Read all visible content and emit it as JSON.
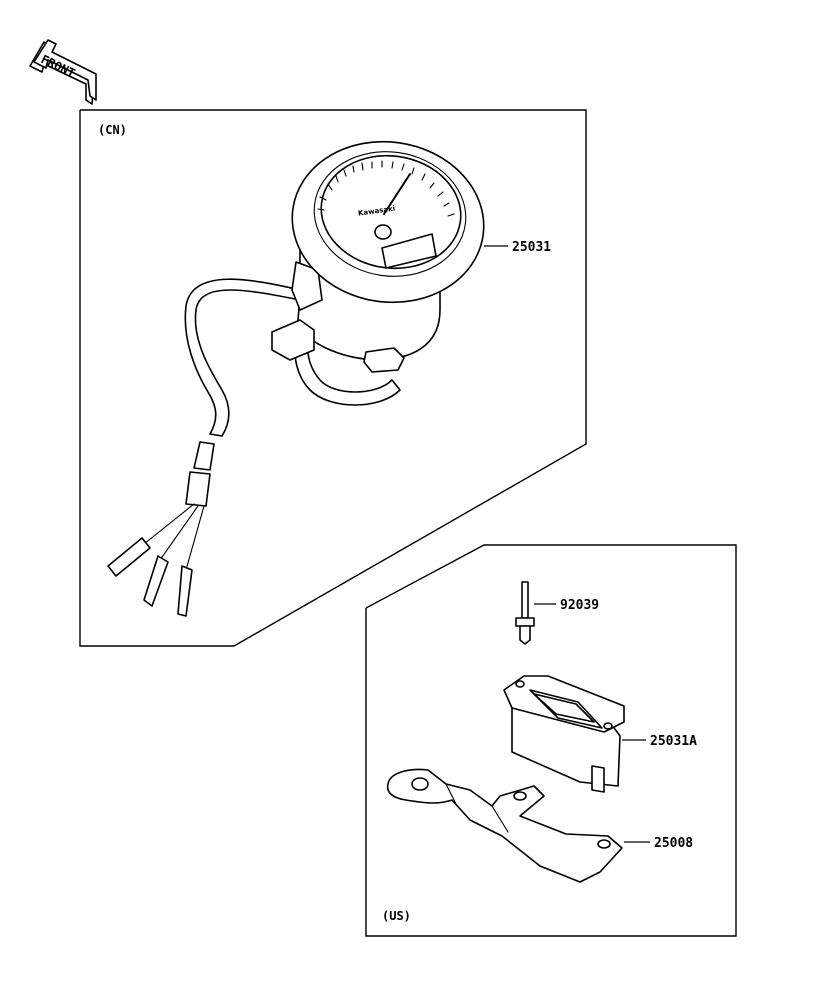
{
  "orientation": {
    "front_label": "FRONT",
    "icon": "front-arrow-icon"
  },
  "regions": {
    "cn": {
      "label": "(CN)"
    },
    "us": {
      "label": "(US)"
    }
  },
  "gauge": {
    "brand_text": "Kawasaki"
  },
  "parts": [
    {
      "number": "25031"
    },
    {
      "number": "92039"
    },
    {
      "number": "25031A"
    },
    {
      "number": "25008"
    }
  ],
  "colors": {
    "line": "#000000",
    "background": "#ffffff"
  }
}
